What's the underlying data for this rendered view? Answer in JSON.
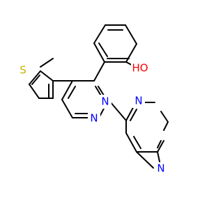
{
  "molecule": {
    "atoms": {
      "hydroxyl": {
        "text": "HO",
        "color": "#ff0000"
      },
      "sulfur": {
        "text": "S",
        "color": "#c8b400"
      },
      "n_pyrimidine_1": {
        "text": "N",
        "color": "#0000ff"
      },
      "n_pyrimidine_2": {
        "text": "N",
        "color": "#0000ff"
      },
      "n_pyrimidinyl_1": {
        "text": "N",
        "color": "#0000ff"
      },
      "n_pyrimidinyl_2": {
        "text": "N",
        "color": "#0000ff"
      }
    },
    "bond_color": "#000000",
    "background": "#ffffff"
  }
}
